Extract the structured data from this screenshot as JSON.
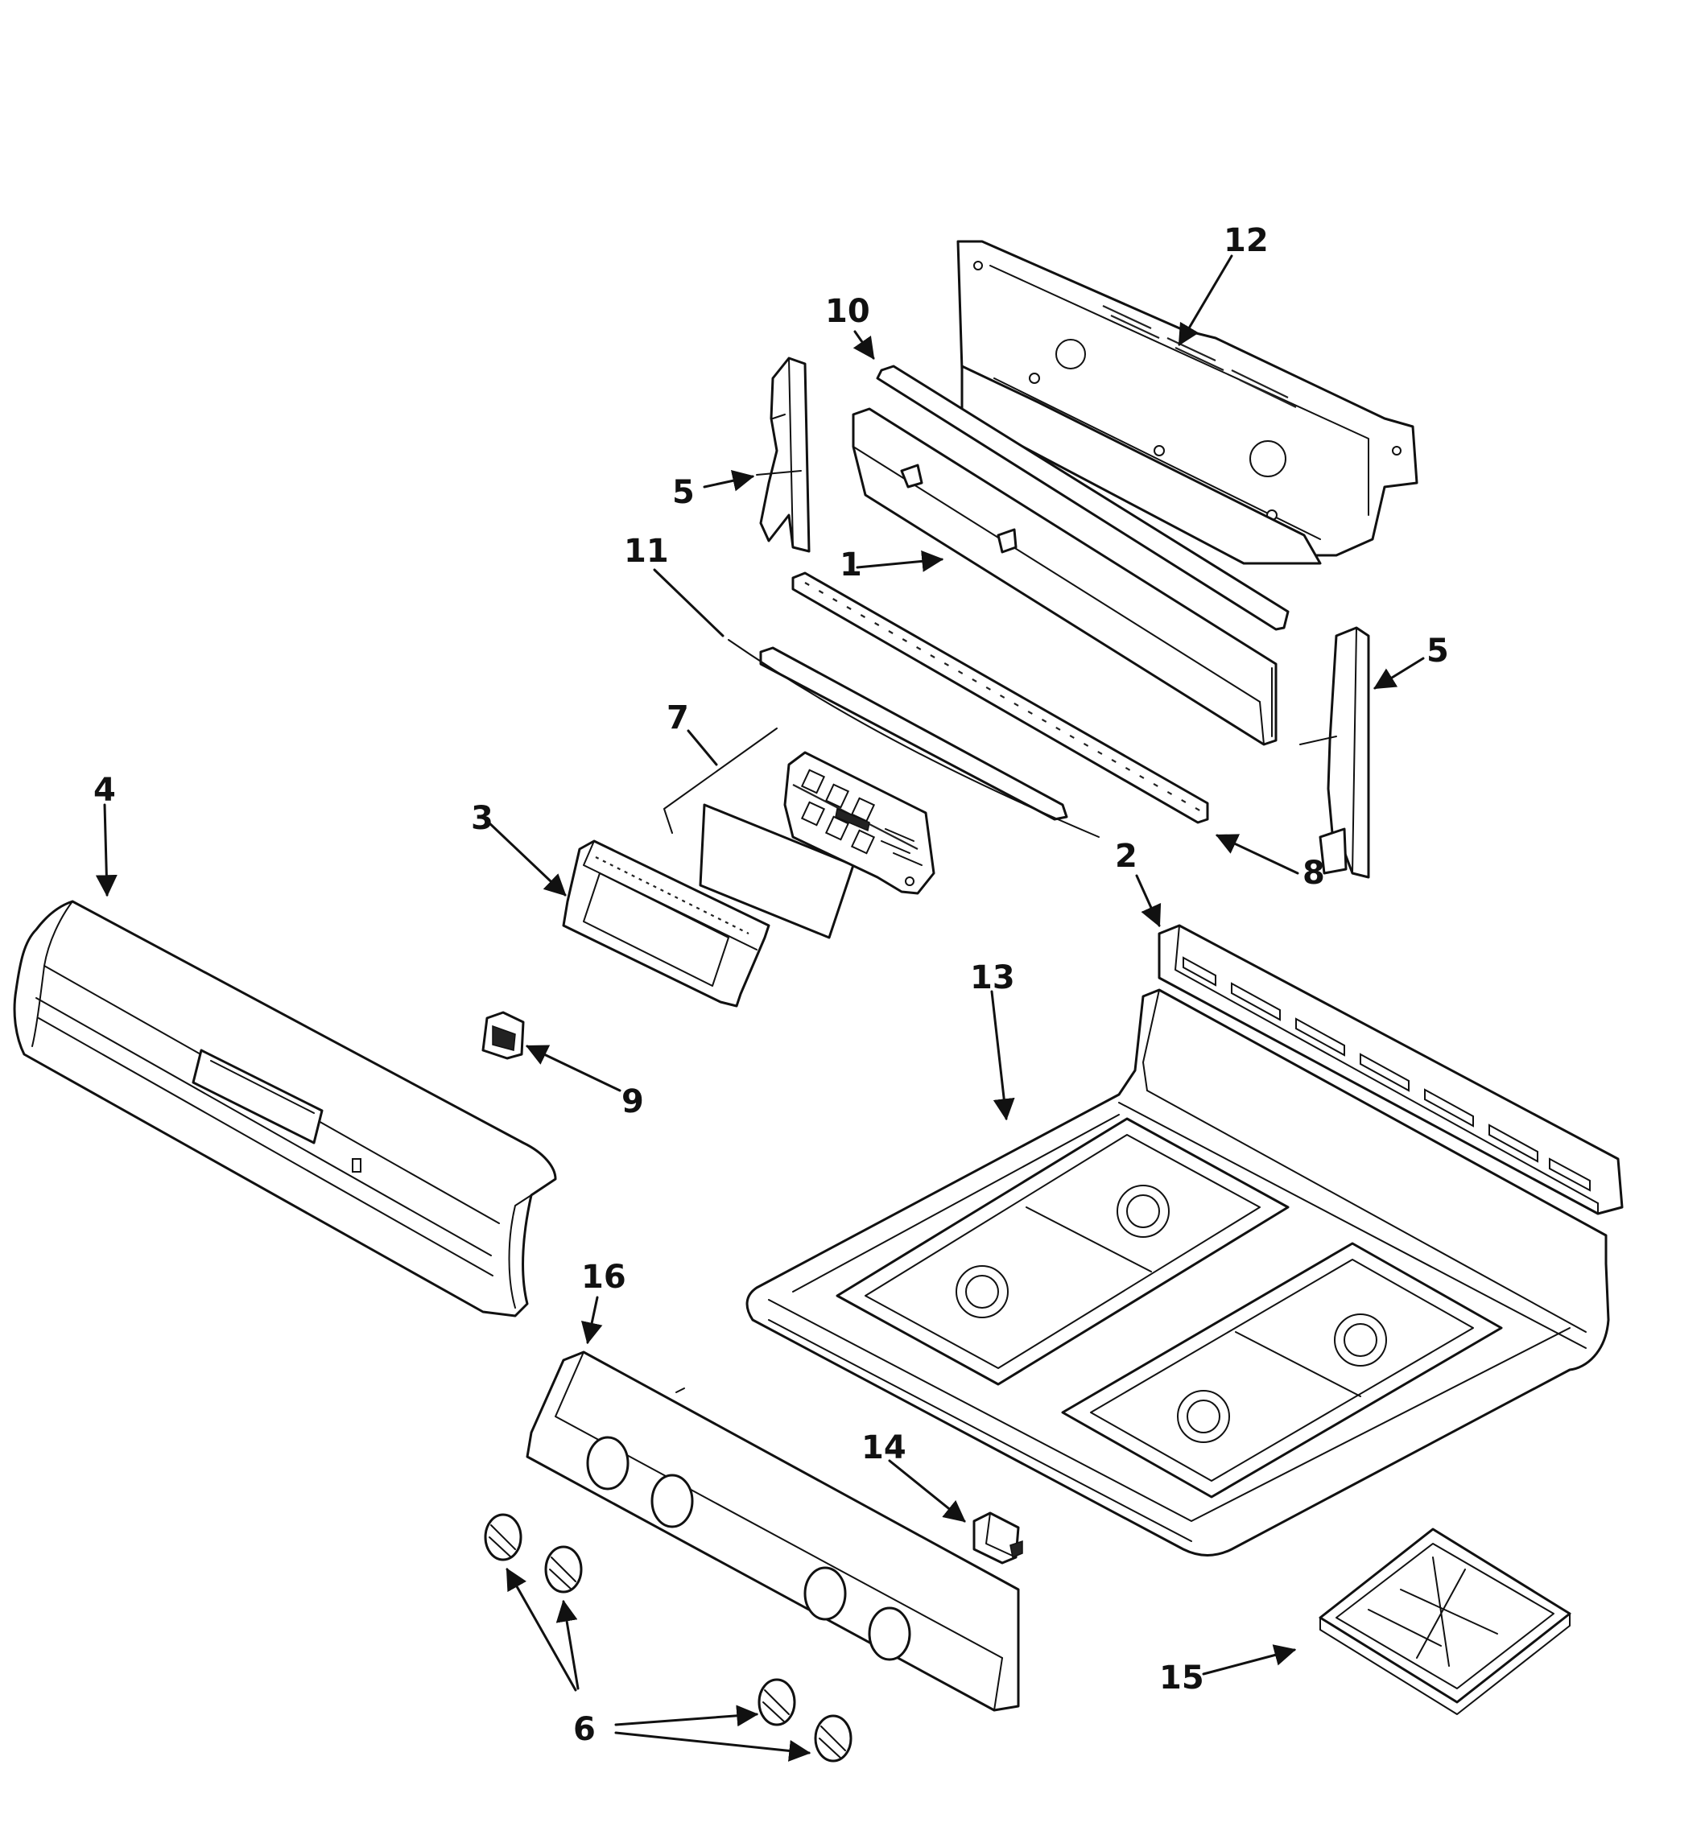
{
  "callouts": [
    {
      "id": "c1",
      "text": "1"
    },
    {
      "id": "c2",
      "text": "2"
    },
    {
      "id": "c3",
      "text": "3"
    },
    {
      "id": "c4",
      "text": "4"
    },
    {
      "id": "c5a",
      "text": "5"
    },
    {
      "id": "c5b",
      "text": "5"
    },
    {
      "id": "c6",
      "text": "6"
    },
    {
      "id": "c7",
      "text": "7"
    },
    {
      "id": "c8",
      "text": "8"
    },
    {
      "id": "c9",
      "text": "9"
    },
    {
      "id": "c10",
      "text": "10"
    },
    {
      "id": "c11",
      "text": "11"
    },
    {
      "id": "c12",
      "text": "12"
    },
    {
      "id": "c13",
      "text": "13"
    },
    {
      "id": "c14",
      "text": "14"
    },
    {
      "id": "c15",
      "text": "15"
    },
    {
      "id": "c16",
      "text": "16"
    }
  ]
}
